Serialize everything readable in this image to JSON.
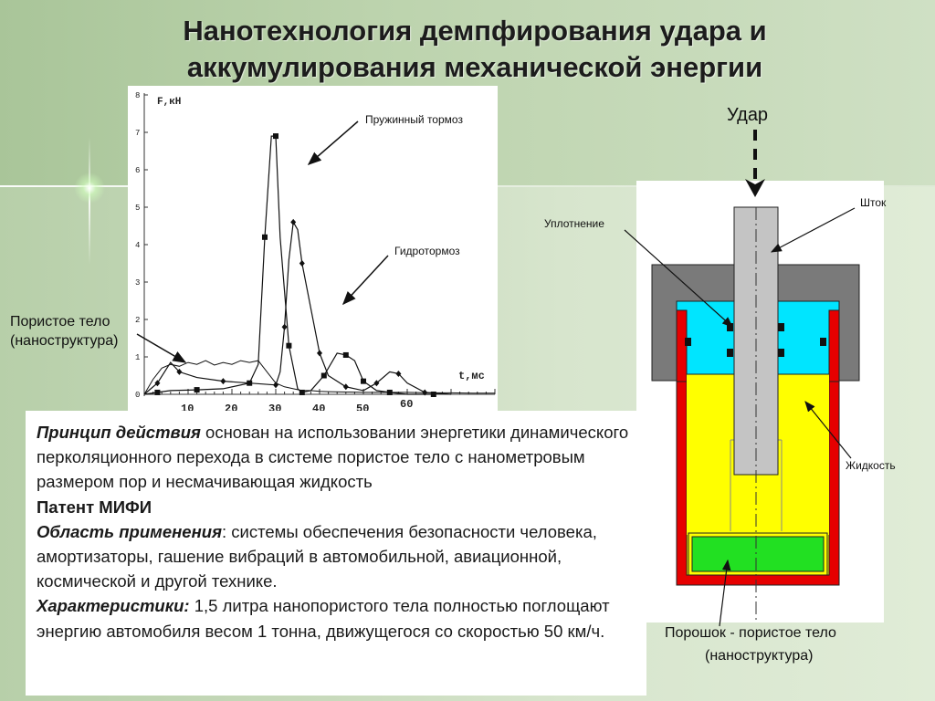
{
  "slide": {
    "title_line1": "Нанотехнология демпфирования удара и",
    "title_line2": "аккумулирования механической энергии"
  },
  "chart_data": {
    "type": "line",
    "ylabel": "F,кН",
    "xlabel": "t,мс",
    "xlim": [
      0,
      80
    ],
    "ylim": [
      0,
      8
    ],
    "x_ticks": [
      "10",
      "20",
      "30",
      "40",
      "50",
      "60"
    ],
    "y_ticks": [
      "0",
      "1",
      "2",
      "3",
      "4",
      "5",
      "6",
      "7",
      "8"
    ],
    "series": [
      {
        "name": "Пружинный тормоз",
        "marker": "square",
        "x": [
          0,
          3,
          6,
          12,
          18,
          24,
          26,
          27.5,
          29,
          30,
          31,
          33,
          35,
          36,
          38,
          41,
          44,
          46,
          48,
          50,
          53,
          56,
          60,
          66
        ],
        "y": [
          0,
          0.05,
          0.1,
          0.12,
          0.15,
          0.3,
          0.8,
          4.2,
          6.9,
          6.9,
          4.2,
          1.3,
          0.15,
          0.05,
          0.1,
          0.5,
          1.1,
          1.05,
          0.9,
          0.35,
          0.1,
          0.05,
          0,
          0
        ]
      },
      {
        "name": "Гидротормоз",
        "marker": "diamond",
        "x": [
          0,
          3,
          6,
          8,
          12,
          18,
          24,
          30,
          31,
          32,
          33,
          34,
          35,
          36,
          38,
          40,
          42,
          46,
          50,
          53,
          56,
          58,
          60,
          64,
          70
        ],
        "y": [
          0,
          0.3,
          0.85,
          0.6,
          0.45,
          0.35,
          0.3,
          0.25,
          0.6,
          1.8,
          3.6,
          4.6,
          4.4,
          3.5,
          2.3,
          1.1,
          0.5,
          0.2,
          0.1,
          0.3,
          0.6,
          0.55,
          0.3,
          0.05,
          0
        ]
      },
      {
        "name": "Пористое тело (наноструктура)",
        "marker": "none",
        "x": [
          0,
          2,
          4,
          6,
          8,
          10,
          12,
          14,
          16,
          18,
          20,
          22,
          24,
          26,
          28,
          30,
          32,
          34,
          36,
          38,
          40,
          42,
          46,
          50,
          55,
          60,
          65,
          70,
          75,
          80
        ],
        "y": [
          0,
          0.4,
          0.7,
          0.8,
          0.75,
          0.85,
          0.8,
          0.9,
          0.78,
          0.85,
          0.8,
          0.9,
          0.85,
          0.9,
          0.6,
          0.3,
          0.2,
          0.15,
          0.1,
          0.1,
          0.08,
          0.07,
          0.06,
          0.05,
          0.05,
          0.05,
          0.04,
          0.04,
          0.03,
          0.03
        ]
      }
    ]
  },
  "chart_labels": {
    "spring": "Пружинный тормоз",
    "hydro": "Гидротормоз",
    "porous_line1": "Пористое тело",
    "porous_line2": "(наноструктура)"
  },
  "description": {
    "p1_lead": "Принцип действия",
    "p1_rest": " основан на использовании энергетики динамического перколяционного перехода в системе пористое тело с нанометровым размером пор и несмачивающая жидкость",
    "patent": "Патент МИФИ",
    "p2_lead": "Область применения",
    "p2_rest": ": системы обеспечения безопасности человека, амортизаторы, гашение вибраций в автомобильной, авиационной, космической и другой технике.",
    "p3_lead": "Характеристики:",
    "p3_rest": " 1,5 литра нанопористого тела полностью поглощают энергию автомобиля весом 1 тонна, движущегося со скоростью 50 км/ч."
  },
  "diagram": {
    "impact": "Удар",
    "rod": "Шток",
    "seal": "Уплотнение",
    "liquid": "Жидкость",
    "powder_line1": "Порошок - пористое тело",
    "powder_line2": "(наноструктура)",
    "colors": {
      "housing": "#e60000",
      "liquid": "#ffff00",
      "seal_chamber": "#00e5ff",
      "powder": "#22e022",
      "rod": "#c4c4c4",
      "cap": "#7a7a7a"
    }
  }
}
